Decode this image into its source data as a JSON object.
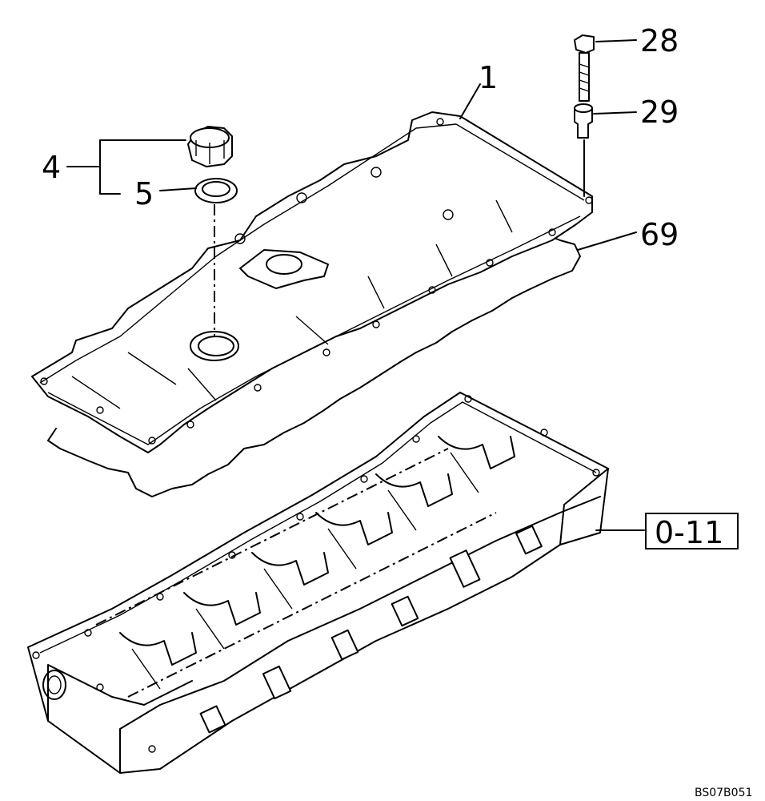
{
  "callouts": {
    "part_1": "1",
    "part_4": "4",
    "part_5": "5",
    "part_28": "28",
    "part_29": "29",
    "part_69": "69",
    "ref_box": "0-11"
  },
  "drawing_code": "BS07B051"
}
